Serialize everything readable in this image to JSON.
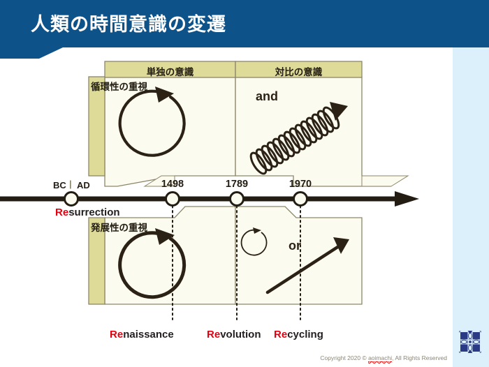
{
  "slide": {
    "title": "人類の時間意識の変遷",
    "copyright_prefix": "Copyright 2020 © ",
    "copyright_name": "aoimachi",
    "copyright_suffix": ", All Rights Reserved",
    "header_color": "#0d5289",
    "rail_color": "#dcf0fb",
    "accent_red": "#e3000f",
    "panel_header_fill": "#dedb99",
    "panel_body_fill": "#fbfbef",
    "ink": "#2b2215"
  },
  "matrix": {
    "column_headers": [
      {
        "label": "単独の意識"
      },
      {
        "label": "対比の意識"
      }
    ],
    "row_headers": [
      {
        "label": "循環性の重視"
      },
      {
        "label": "発展性の重視"
      }
    ],
    "cells": [
      {
        "row": "循環性の重視",
        "column": "単独の意識",
        "glyph": "circle-arrow-icon"
      },
      {
        "row": "循環性の重視",
        "column": "対比の意識",
        "glyph": "helix-arrow-icon",
        "conjunction": "and"
      },
      {
        "row": "発展性の重視",
        "column": "単独の意識",
        "glyph": "circle-arrow-icon"
      },
      {
        "row": "発展性の重視",
        "column": "対比の意識",
        "glyph": "small-circle-and-rising-arrow-icon",
        "conjunction": "or"
      }
    ]
  },
  "timeline": {
    "era_left": "BC",
    "era_divider": "|",
    "era_right": "AD",
    "markers": [
      {
        "year": "1498"
      },
      {
        "year": "1789"
      },
      {
        "year": "1970"
      }
    ],
    "top_label": {
      "re": "Re",
      "rest": "surrection"
    },
    "bottom_labels": [
      {
        "re": "Re",
        "rest": "naissance"
      },
      {
        "re": "Re",
        "rest": "volution"
      },
      {
        "re": "Re",
        "rest": "cycling"
      }
    ]
  }
}
